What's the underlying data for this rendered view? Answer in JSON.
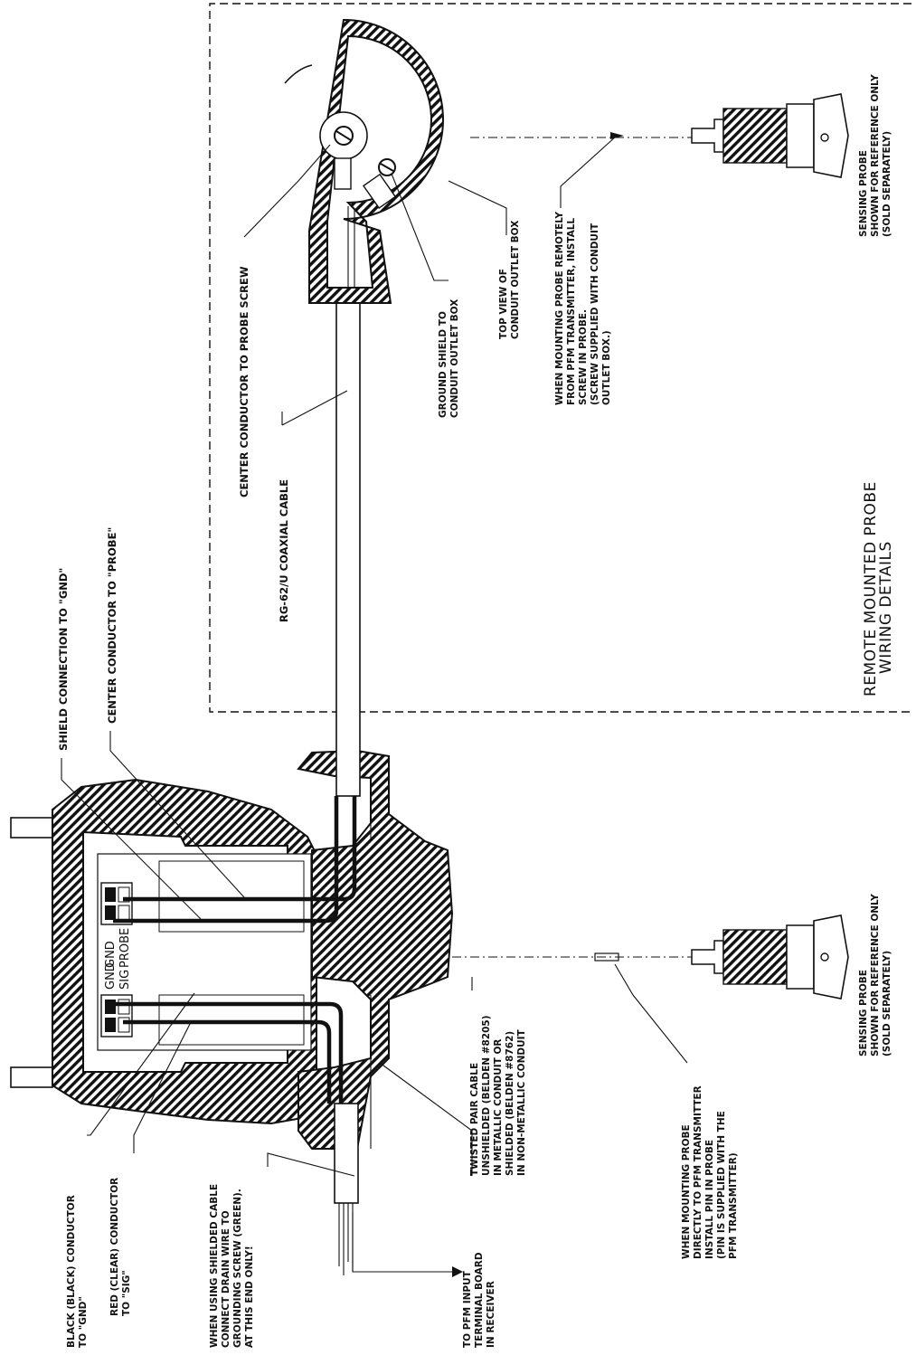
{
  "title": {
    "line1": "REMOTE MOUNTED PROBE",
    "line2": "WIRING DETAILS"
  },
  "terminals": {
    "gnd_left": "GND",
    "sig": "SIG",
    "gnd_right": "GND",
    "probe": "PROBE"
  },
  "labels": {
    "shield_connection": "SHIELD CONNECTION TO \"GND\"",
    "center_conductor_probe": "CENTER CONDUCTOR TO \"PROBE\"",
    "rg62u": "RG-62/U COAXIAL CABLE",
    "center_conductor_screw": "CENTER CONDUCTOR TO PROBE SCREW",
    "ground_shield": [
      "GROUND SHIELD TO",
      "CONDUIT OUTLET BOX"
    ],
    "top_view": [
      "TOP VIEW OF",
      "CONDUIT OUTLET BOX"
    ],
    "remote_mounting": [
      "WHEN MOUNTING PROBE REMOTELY",
      "FROM PFM TRANSMITTER, INSTALL",
      "SCREW IN PROBE.",
      "(SCREW SUPPLIED WITH CONDUIT",
      "OUTLET BOX.)"
    ],
    "sensing_probe_top": [
      "SENSING PROBE",
      "SHOWN FOR REFERENCE ONLY",
      "(SOLD SEPARATELY)"
    ],
    "sensing_probe_bottom": [
      "SENSING PROBE",
      "SHOWN FOR REFERENCE ONLY",
      "(SOLD SEPARATELY)"
    ],
    "twisted_pair": [
      "TWISTED PAIR CABLE",
      "UNSHIELDED (BELDEN #8205)",
      "IN METALLIC CONDUIT OR",
      "SHIELDED (BELDEN #8762)",
      "IN NON-METALLIC CONDUIT"
    ],
    "direct_mounting": [
      "WHEN MOUNTING PROBE",
      "DIRECTLY TO PFM TRANSMITTER",
      "INSTALL PIN IN PROBE",
      "(PIN IS SUPPLIED WITH THE",
      "PFM TRANSMITTER)"
    ],
    "black_conductor": [
      "BLACK (BLACK) CONDUCTOR",
      "TO \"GND\""
    ],
    "red_conductor": [
      "RED (CLEAR) CONDUCTOR",
      "TO \"SIG\""
    ],
    "shielded_cable": [
      "WHEN USING SHIELDED CABLE",
      "CONNECT DRAIN WIRE TO",
      "GROUNDING SCREW (GREEN).",
      "AT THIS END ONLY!"
    ],
    "pfm_input": [
      "TO PFM INPUT",
      "TERMINAL BOARD",
      "IN RECEIVER"
    ]
  }
}
